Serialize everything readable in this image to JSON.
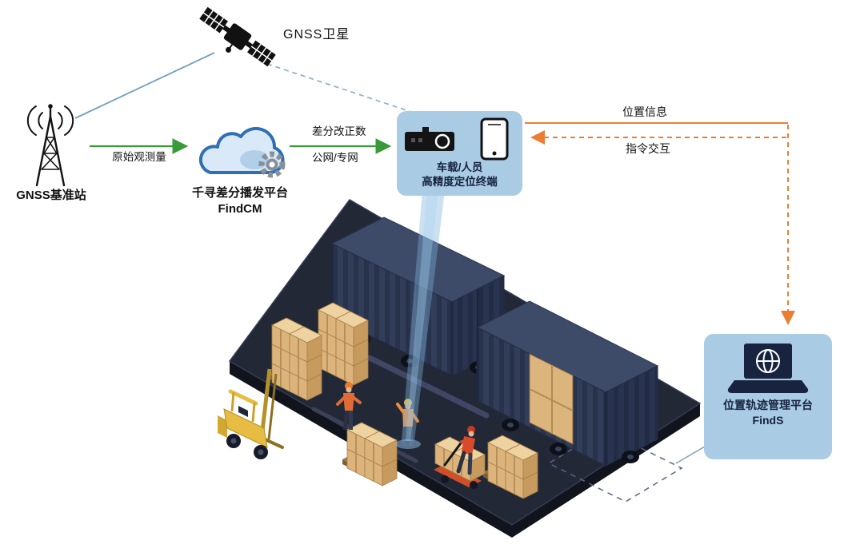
{
  "diagram": {
    "satellite_label": "GNSS卫星",
    "base_station_label": "GNSS基准站",
    "flow_raw_observation": "原始观测量",
    "cloud_platform": {
      "name": "千寻差分播发平台",
      "product": "FindCM"
    },
    "flow_correction": {
      "line1": "差分改正数",
      "line2": "公网/专网"
    },
    "terminal": {
      "line1": "车载/人员",
      "line2": "高精度定位终端"
    },
    "flow_position_info": "位置信息",
    "flow_command": "指令交互",
    "management_platform": {
      "name": "位置轨迹管理平台",
      "product": "FindS"
    }
  },
  "colors": {
    "flow_green": "#3a9a3a",
    "flow_orange": "#ed7d31",
    "link_blue": "#6f9fc0",
    "box_fill": "#a9cbe4",
    "box_text": "#16233f"
  }
}
